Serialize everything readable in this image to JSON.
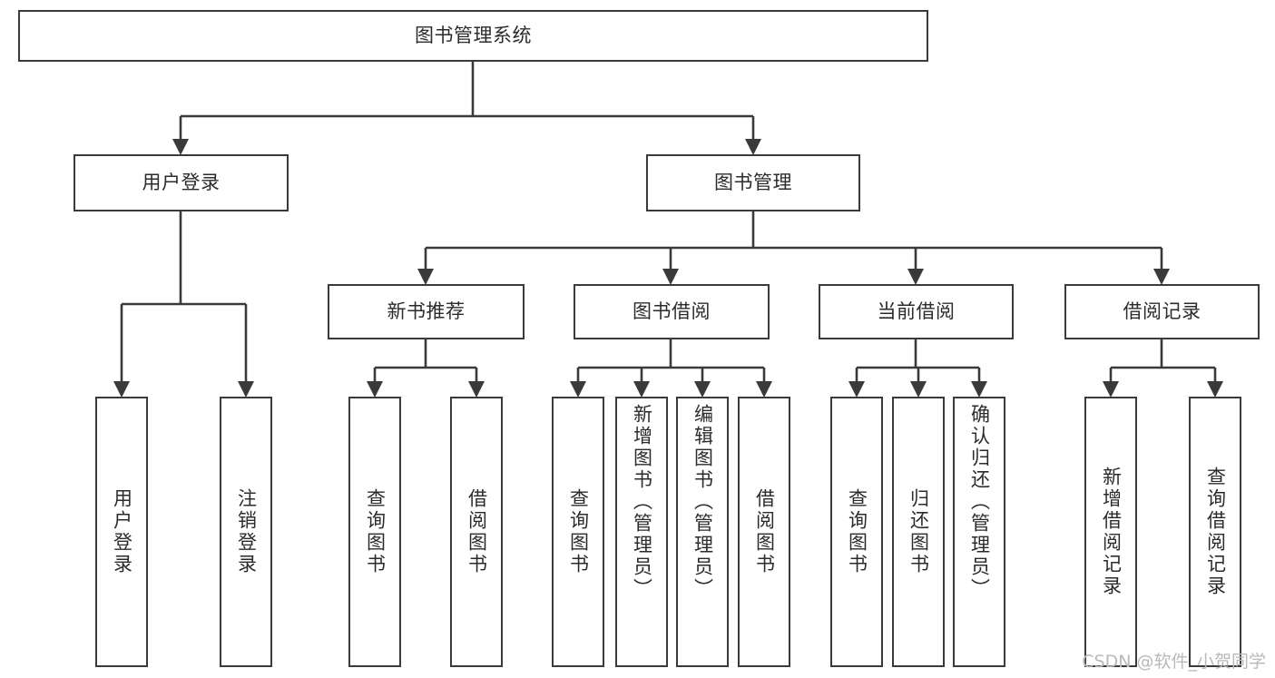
{
  "diagram": {
    "type": "tree",
    "title": "图书管理系统",
    "orientation": "top-down",
    "colors": {
      "box_border": "#3a3a3a",
      "box_fill": "#ffffff",
      "edge": "#3a3a3a",
      "text": "#2b2b2b",
      "watermark": "#b9b9b9"
    }
  },
  "root": {
    "label": "图书管理系统"
  },
  "level1": [
    {
      "id": "user-login",
      "label": "用户登录"
    },
    {
      "id": "book-manage",
      "label": "图书管理"
    }
  ],
  "level2": [
    {
      "id": "new-book-recommend",
      "label": "新书推荐"
    },
    {
      "id": "book-borrow",
      "label": "图书借阅"
    },
    {
      "id": "current-borrow",
      "label": "当前借阅"
    },
    {
      "id": "borrow-record",
      "label": "借阅记录"
    }
  ],
  "leaves": {
    "user_login": [
      {
        "id": "leaf-user-login",
        "label": "用户登录"
      },
      {
        "id": "leaf-logout-login",
        "label": "注销登录"
      }
    ],
    "new_book_recommend": [
      {
        "id": "leaf-query-book-1",
        "label": "查询图书"
      },
      {
        "id": "leaf-borrow-book-1",
        "label": "借阅图书"
      }
    ],
    "book_borrow": [
      {
        "id": "leaf-query-book-2",
        "label": "查询图书"
      },
      {
        "id": "leaf-add-book-admin",
        "label": "新增图书（管理员）"
      },
      {
        "id": "leaf-edit-book-admin",
        "label": "编辑图书（管理员）"
      },
      {
        "id": "leaf-borrow-book-2",
        "label": "借阅图书"
      }
    ],
    "current_borrow": [
      {
        "id": "leaf-query-book-3",
        "label": "查询图书"
      },
      {
        "id": "leaf-return-book",
        "label": "归还图书"
      },
      {
        "id": "leaf-confirm-return-admin",
        "label": "确认归还（管理员）"
      }
    ],
    "borrow_record": [
      {
        "id": "leaf-add-borrow-record",
        "label": "新增借阅记录"
      },
      {
        "id": "leaf-query-borrow-record",
        "label": "查询借阅记录"
      }
    ]
  },
  "watermark": {
    "text": "CSDN @软件_小贺同学"
  }
}
